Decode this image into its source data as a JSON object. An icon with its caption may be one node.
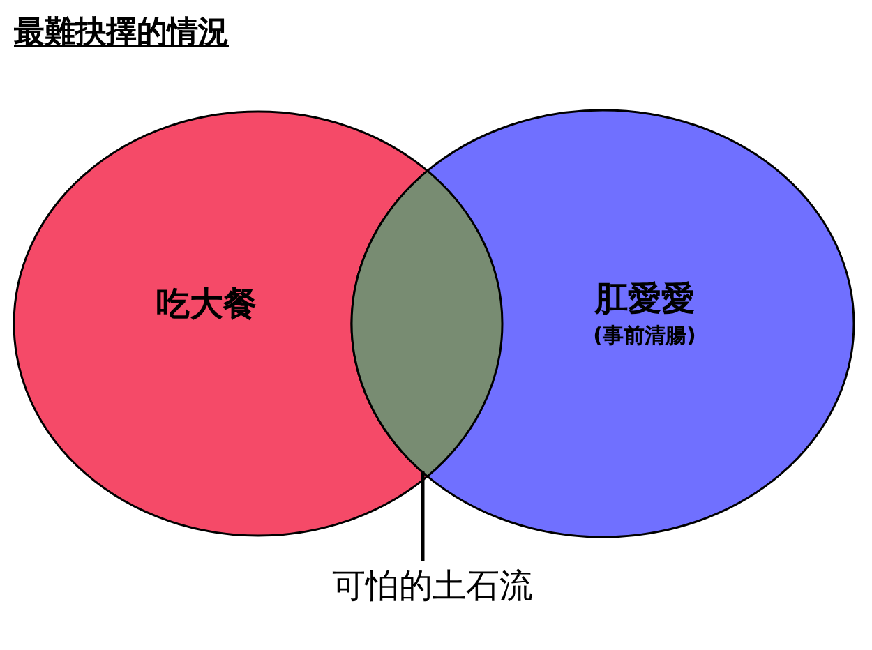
{
  "diagram": {
    "title": "最難抉擇的情況",
    "nodes": [
      {
        "text": [
          "吃大餐"
        ]
      },
      {
        "text": [
          "肛愛愛",
          "(事前清腸)"
        ]
      },
      {
        "text": [],
        "shape": "lens"
      },
      {
        "text": [
          "可怕的土石流"
        ]
      }
    ],
    "edges": [
      {
        "from": 3,
        "to": 2,
        "arrow": "none"
      }
    ]
  }
}
